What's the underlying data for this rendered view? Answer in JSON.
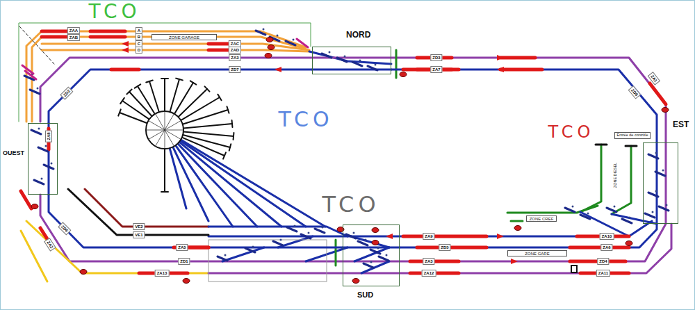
{
  "diagram": {
    "nodes": [
      {
        "text": [
          "ZONE GARAGE"
        ]
      },
      {
        "text": [
          "NORD"
        ]
      },
      {
        "text": [
          "Entrée de contrôle"
        ]
      },
      {
        "text": [
          "EST"
        ]
      },
      {
        "text": [
          "OUEST"
        ]
      },
      {
        "text": [
          "ZONE CREF"
        ]
      },
      {
        "text": [
          "SUD"
        ]
      },
      {
        "text": [
          "ZONE GARE"
        ]
      }
    ],
    "edges": [
      {
        "from": 1,
        "to": 3,
        "arrow": "none"
      },
      {
        "from": 3,
        "to": 6,
        "arrow": "none"
      },
      {
        "from": 6,
        "to": 4,
        "arrow": "none"
      },
      {
        "from": 4,
        "to": 1,
        "arrow": "none"
      }
    ],
    "labels": [
      "TCO",
      "TCO",
      "TCO",
      "TCO",
      "ZAA",
      "ZAB",
      "A",
      "B",
      "C",
      "D",
      "ZAC",
      "ZAD",
      "ZA3",
      "ZD7",
      "ZD3",
      "ZA7",
      "ZA1",
      "ZD8",
      "ZD2",
      "ZA8",
      "ZD6",
      "ZA2",
      "VE2",
      "VE1",
      "ZA5",
      "ZD1",
      "ZA13",
      "ZA9",
      "ZD5",
      "ZA3",
      "ZA12",
      "ZA10",
      "ZA6",
      "ZD4",
      "ZA11",
      "ZONE DIESEL"
    ]
  }
}
